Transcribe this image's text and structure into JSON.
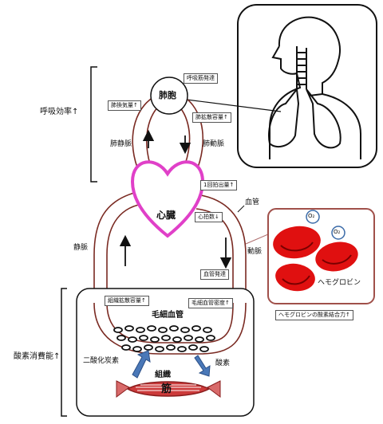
{
  "lungs_label": "肺胞",
  "heart_label": "心臓",
  "capillary_label": "毛細血管",
  "tissue_label": "組織",
  "muscle_label": "筋",
  "pulmonary_vein": "肺静脈",
  "pulmonary_artery": "肺動脈",
  "vein_label": "静脈",
  "artery_label": "動脈",
  "vessel_label": "血管",
  "co2_label": "二酸化炭素",
  "o2_label": "酸素",
  "hemoglobin_label": "ヘモグロビン",
  "o2_bubble": "O₂",
  "respiratory_efficiency": "呼吸効率↑",
  "oxygen_consumption": "酸素消費能↑",
  "boxes": {
    "respiratory_muscle": "呼吸筋発達",
    "lung_gas_exchange": "肺換気量↑",
    "lung_diffusion": "肺拡散容量↑",
    "stroke_volume": "1回拍出量↑",
    "heart_rate": "心拍数↓",
    "vessel_development": "血管発達",
    "muscle_diffusion": "組織拡散容量↑",
    "capillary_density": "毛細血管密度↑",
    "hemoglobin_binding": "ヘモグロビンの酸素結合力↑"
  }
}
